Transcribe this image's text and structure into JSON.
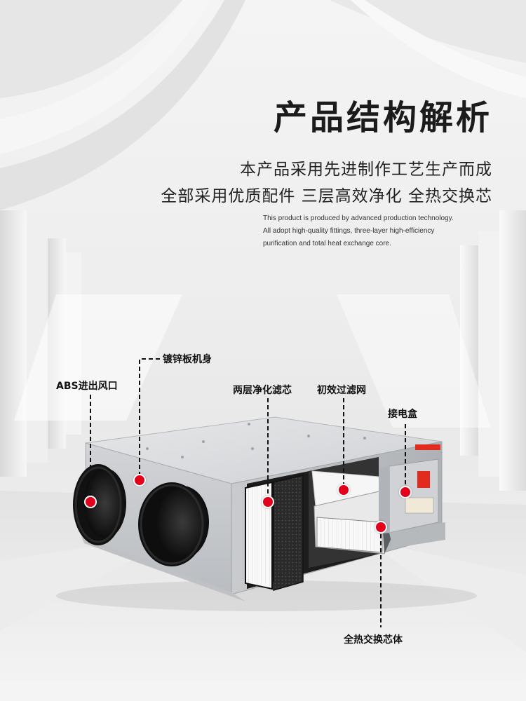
{
  "header": {
    "title": "产品结构解析",
    "subtitle_line1": "本产品采用先进制作工艺生产而成",
    "subtitle_line2": "全部采用优质配件 三层高效净化 全热交换芯",
    "english_line1": "This product is produced by advanced production technology.",
    "english_line2": "All adopt high-quality fittings, three-layer high-efficiency",
    "english_line3": "purification and total heat exchange core."
  },
  "callouts": {
    "abs_port": "ABS进出风口",
    "galvanized_body": "镀锌板机身",
    "double_filter": "两层净化滤芯",
    "primary_filter": "初效过滤网",
    "junction_box": "接电盒",
    "heat_exchange_core": "全热交换芯体"
  },
  "colors": {
    "accent_dot": "#e3001b",
    "title_text": "#1b1b1b"
  }
}
